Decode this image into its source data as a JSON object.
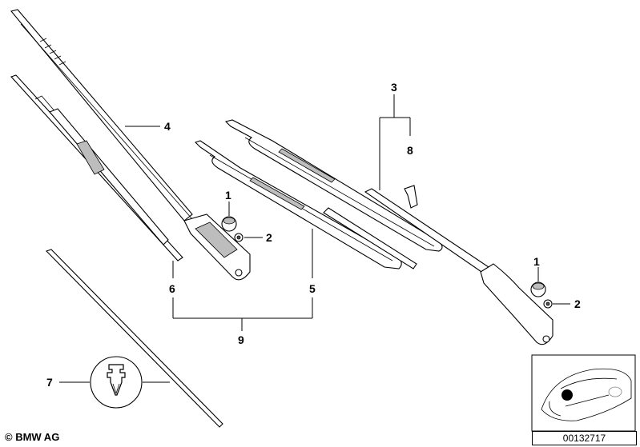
{
  "callouts": {
    "c1a": "1",
    "c2a": "2",
    "c3": "3",
    "c8": "8",
    "c4": "4",
    "c1b": "1",
    "c2b": "2",
    "c5": "5",
    "c6": "6",
    "c9": "9",
    "c7": "7"
  },
  "copyright": "© BMW AG",
  "reference_number": "00132717",
  "icons": {
    "clip": "fastener-clip-icon",
    "car": "car-location-icon"
  }
}
